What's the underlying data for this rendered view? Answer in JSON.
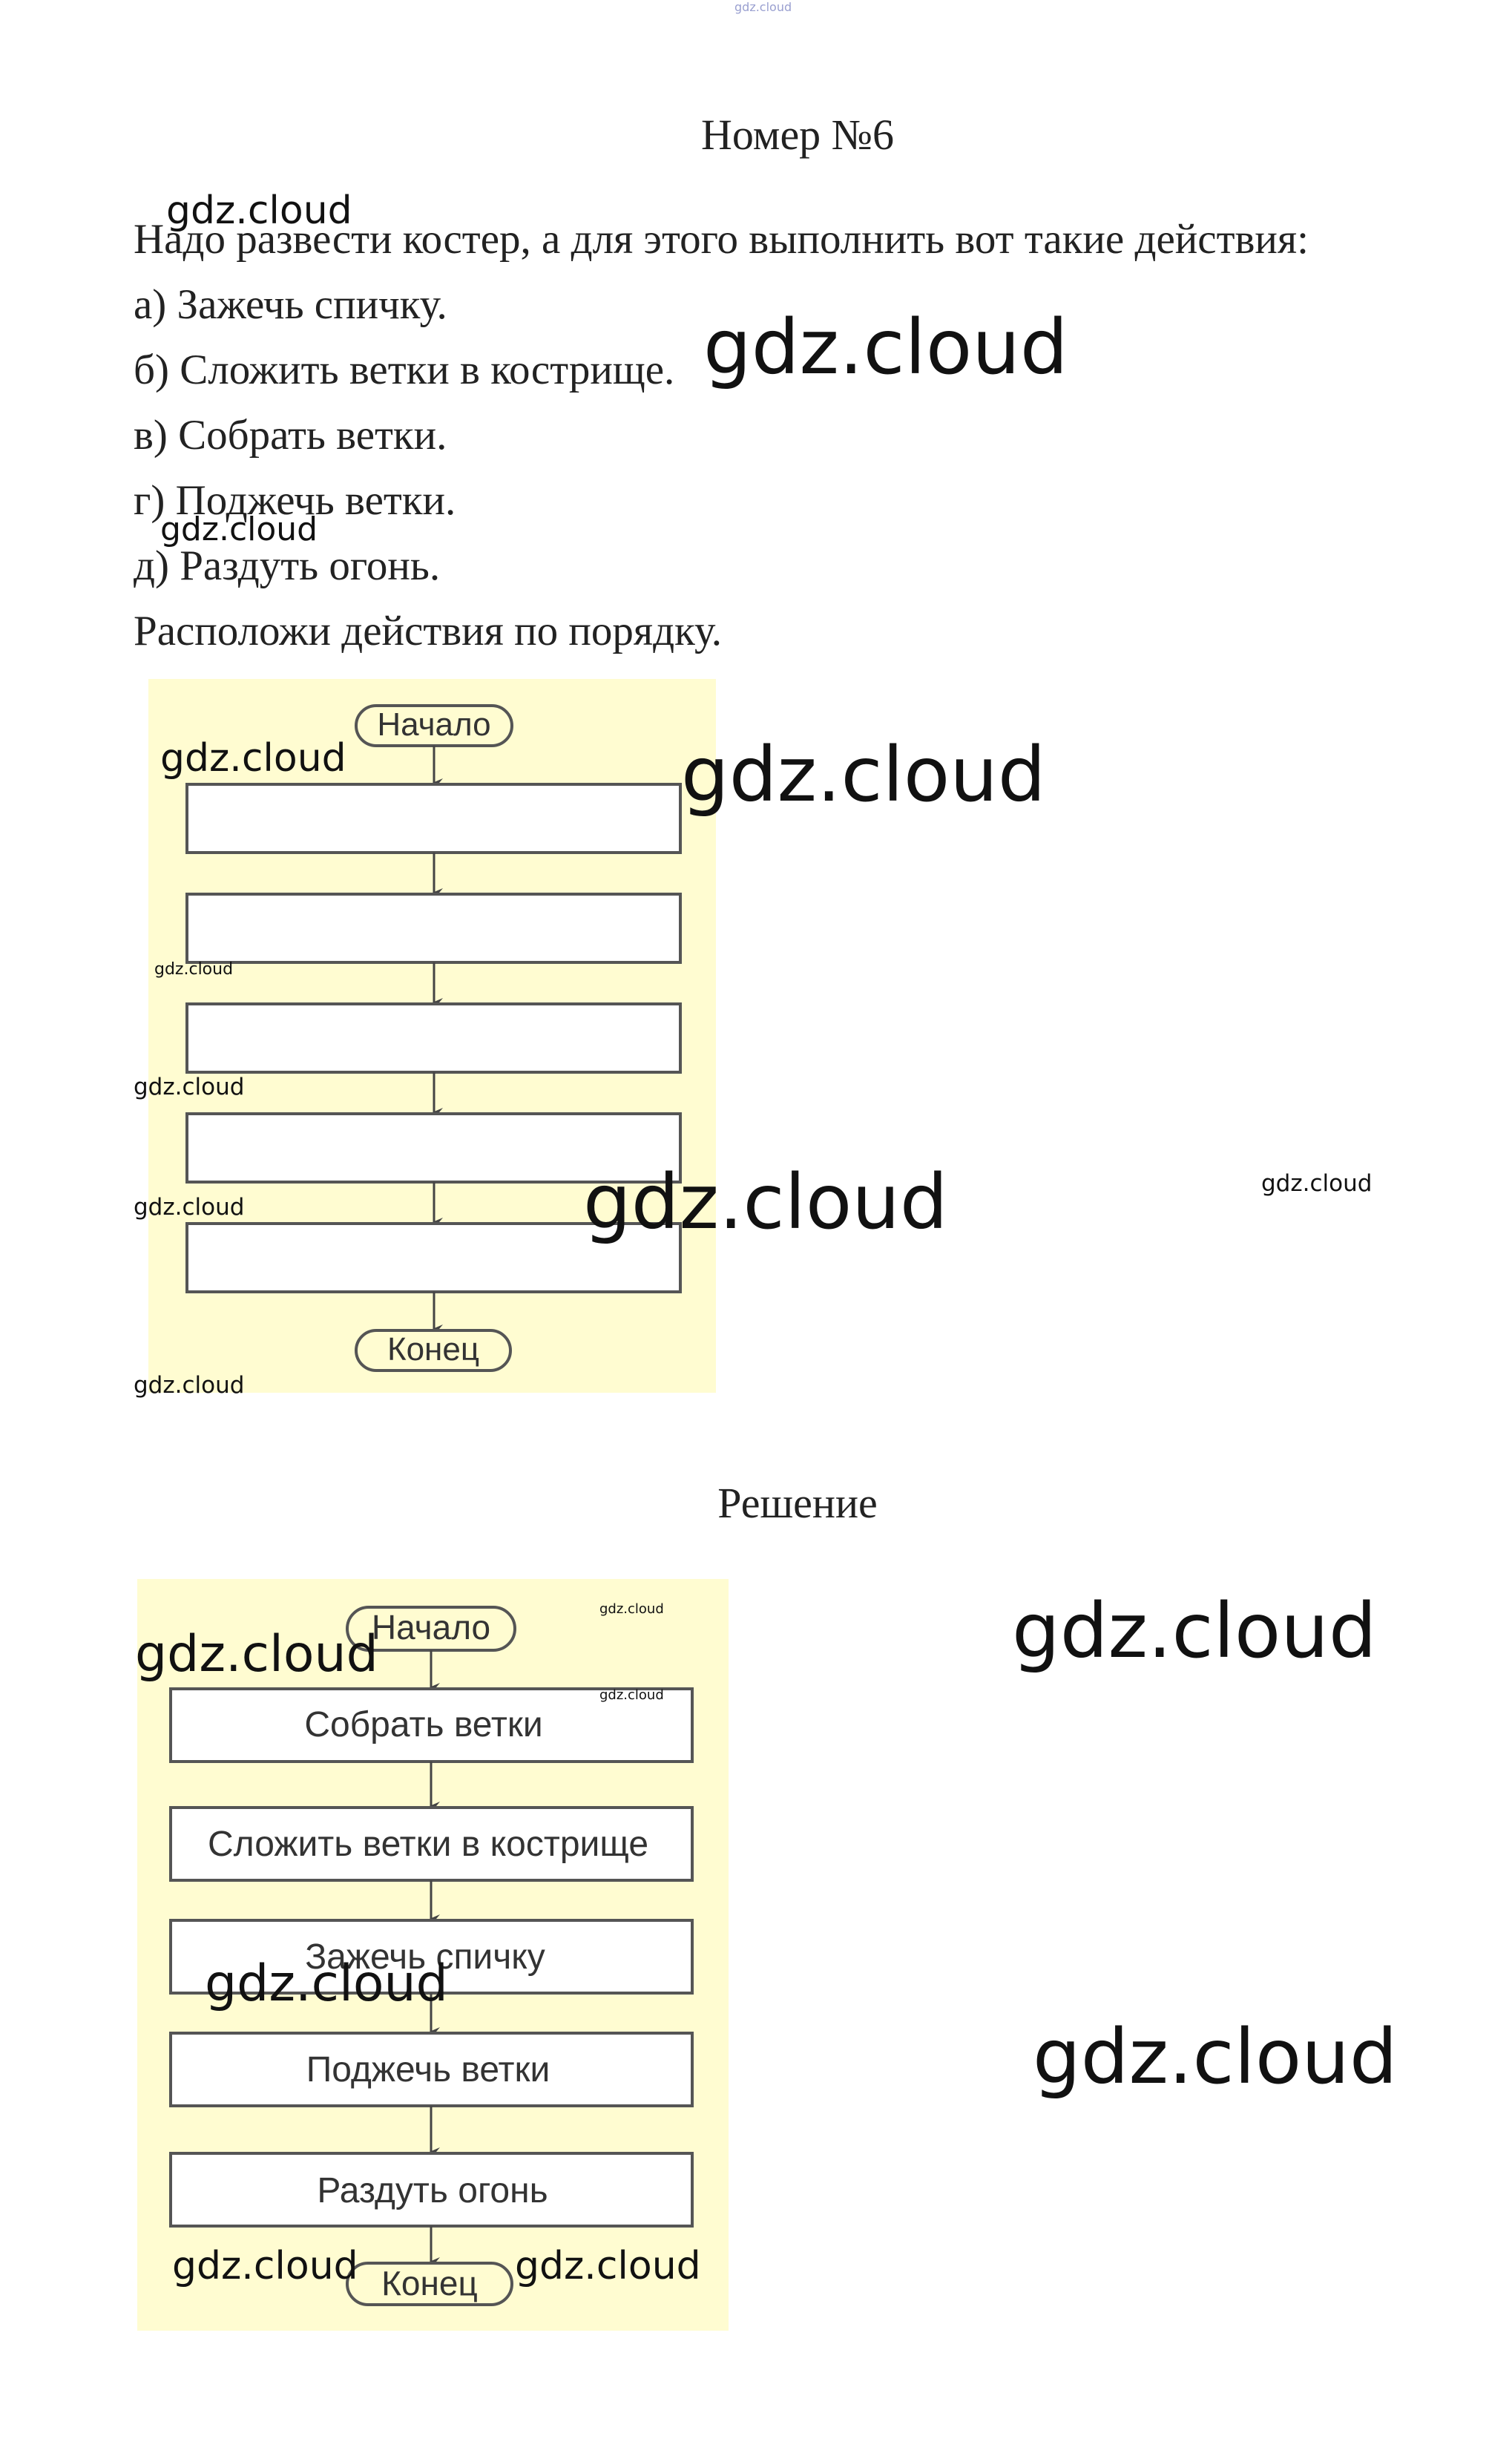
{
  "top_watermark": "gdz.cloud",
  "title": "Номер №6",
  "task_lines": [
    "Надо развести костер, а для этого выполнить вот такие действия:",
    "а) Зажечь спичку.",
    "б) Сложить ветки в кострище.",
    "в) Собрать ветки.",
    "г) Поджечь ветки.",
    "д) Раздуть огонь.",
    "Расположи действия по порядку."
  ],
  "flowchart_task": {
    "start": "Начало",
    "end": "Конец",
    "steps": [
      "",
      "",
      "",
      "",
      ""
    ]
  },
  "solution_title": "Решение",
  "flowchart_solution": {
    "start": "Начало",
    "end": "Конец",
    "steps": [
      "Собрать ветки",
      "Сложить ветки в кострище",
      "Зажечь спичку",
      "Поджечь ветки",
      "Раздуть огонь"
    ]
  },
  "watermark": "gdz.cloud",
  "colors": {
    "panel": "#fffcd1",
    "stroke": "#555555",
    "text": "#222222"
  }
}
